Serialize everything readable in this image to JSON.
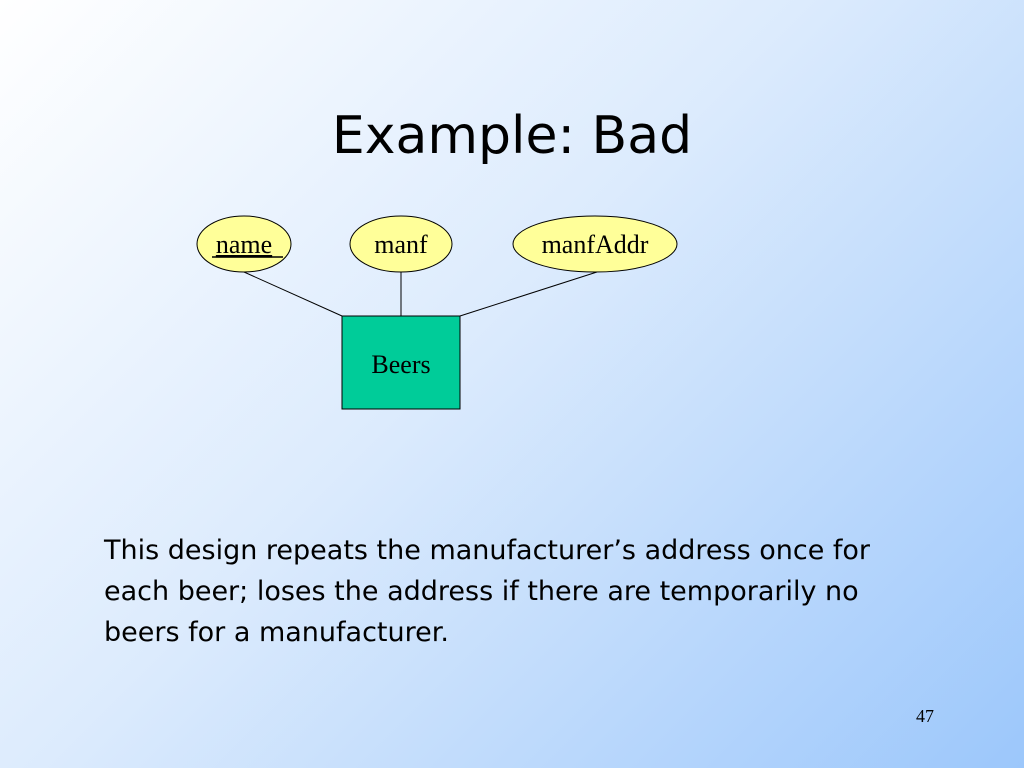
{
  "slide": {
    "title": "Example: Bad",
    "body": "This design repeats the manufacturer’s address once for each beer; loses the address if there are temporarily no beers for a manufacturer.",
    "page_number": "47"
  },
  "diagram": {
    "entity": {
      "label": "Beers"
    },
    "attributes": [
      {
        "label": "name",
        "key": true
      },
      {
        "label": "manf",
        "key": false
      },
      {
        "label": "manfAddr",
        "key": false
      }
    ],
    "colors": {
      "entity_fill": "#00cc99",
      "attribute_fill": "#ffff99",
      "stroke": "#000000"
    }
  }
}
